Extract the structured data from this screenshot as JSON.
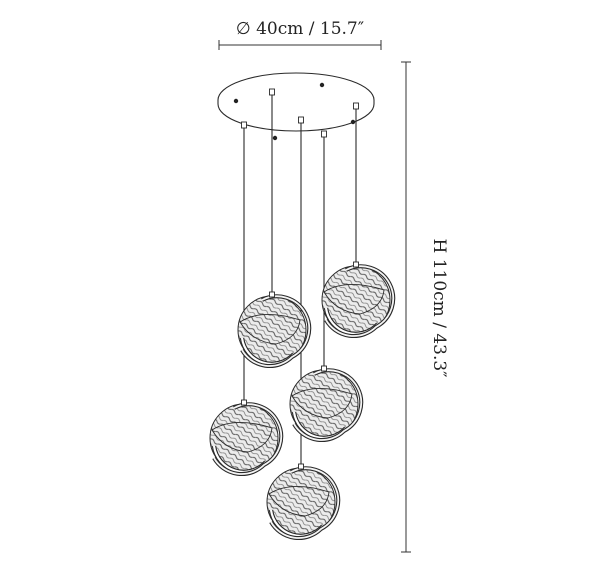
{
  "dimensions": {
    "diameter_label": "∅ 40cm / 15.7″",
    "height_label": "H 110cm / 43.3″"
  },
  "pendants": {
    "count": 5
  },
  "colors": {
    "ink": "#2a2a2a",
    "shade_fill": "#e9e9e9",
    "hatch": "#5a5a5a",
    "background": "#ffffff"
  }
}
